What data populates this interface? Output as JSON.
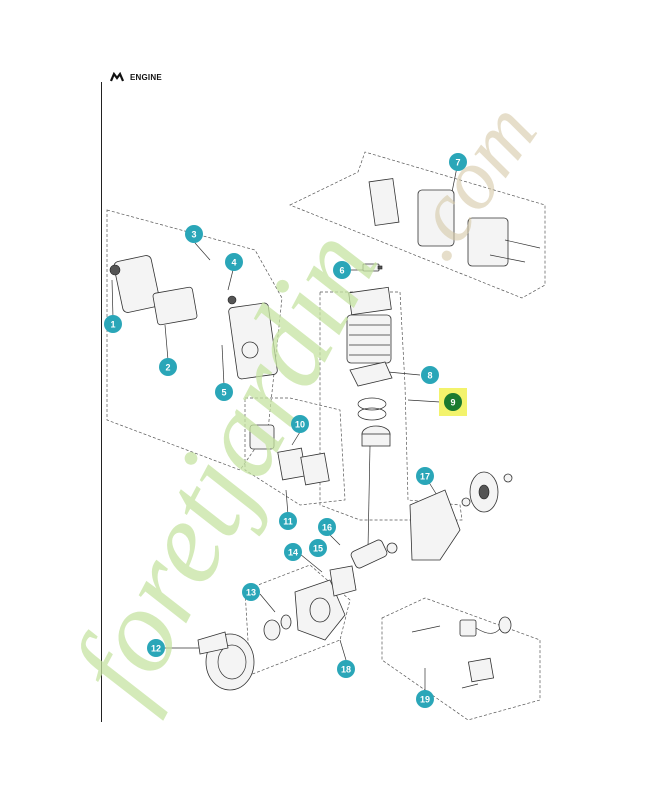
{
  "header": {
    "title": "ENGINE",
    "icon": "engine-logo-icon"
  },
  "callouts": [
    "1",
    "2",
    "3",
    "4",
    "5",
    "6",
    "7",
    "8",
    "9",
    "10",
    "11",
    "12",
    "13",
    "14",
    "15",
    "16",
    "17",
    "18",
    "19"
  ],
  "highlight": "9",
  "watermark": {
    "text_main": "foretjardin",
    "text_suffix": ".com"
  },
  "colors": {
    "callout": "#2aa6b8",
    "highlight_bg": "#f3f36c",
    "highlight_dot": "#1a7a2f",
    "watermark_green": "#c6e4a2",
    "watermark_tan": "#d6c9a8"
  }
}
